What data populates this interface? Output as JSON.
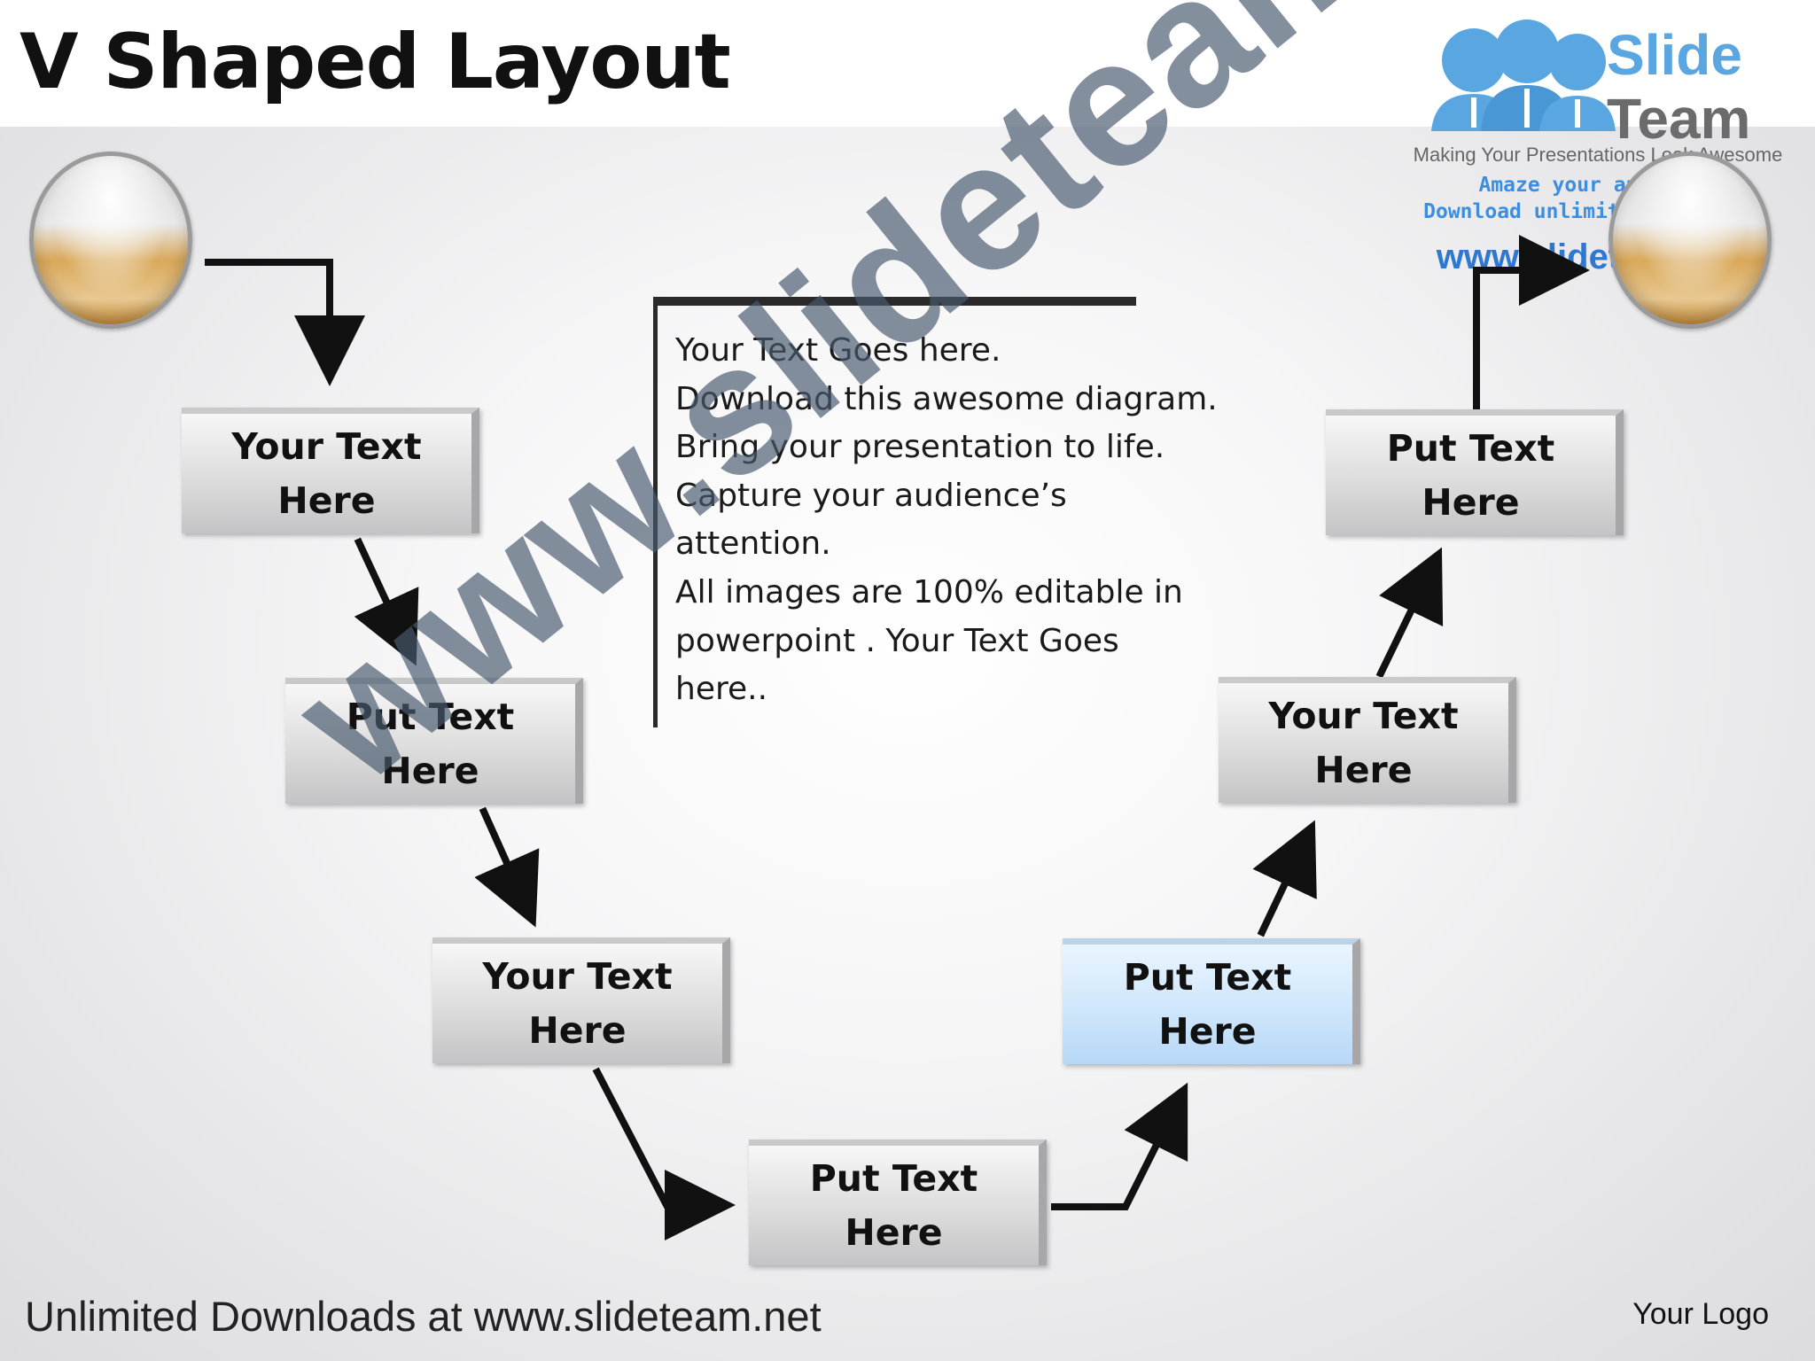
{
  "slide": {
    "title": "V Shaped Layout",
    "footer": "Unlimited Downloads at www.slideteam.net",
    "logo_placeholder": "Your Logo"
  },
  "text_block": {
    "lines": [
      "Your Text Goes here.",
      "Download this awesome diagram.",
      "Bring your presentation to life.",
      "Capture your audience’s",
      "attention.",
      "All images are 100% editable in",
      "powerpoint . Your Text Goes",
      "here.."
    ]
  },
  "boxes": [
    {
      "text": "Your Text\nHere",
      "highlight": false
    },
    {
      "text": "Put Text\nHere",
      "highlight": false
    },
    {
      "text": "Your Text\nHere",
      "highlight": false
    },
    {
      "text": "Put Text\nHere",
      "highlight": false
    },
    {
      "text": "Put Text\nHere",
      "highlight": true
    },
    {
      "text": "Your Text\nHere",
      "highlight": false
    },
    {
      "text": "Put Text\nHere",
      "highlight": false
    }
  ],
  "brand": {
    "name_line1": "Slide",
    "name_line2": "Team",
    "tagline": "Making Your Presentations Look Awesome",
    "promo": "Amaze your audience\nDownload unlimited templates",
    "url": "www.slideteam.net"
  },
  "watermark": "www.slideteam.net",
  "colors": {
    "box_gray": "#d6d6d6",
    "box_blue": "#cfe6fb",
    "brand_blue": "#5aa6e0",
    "arrow": "#111111"
  }
}
